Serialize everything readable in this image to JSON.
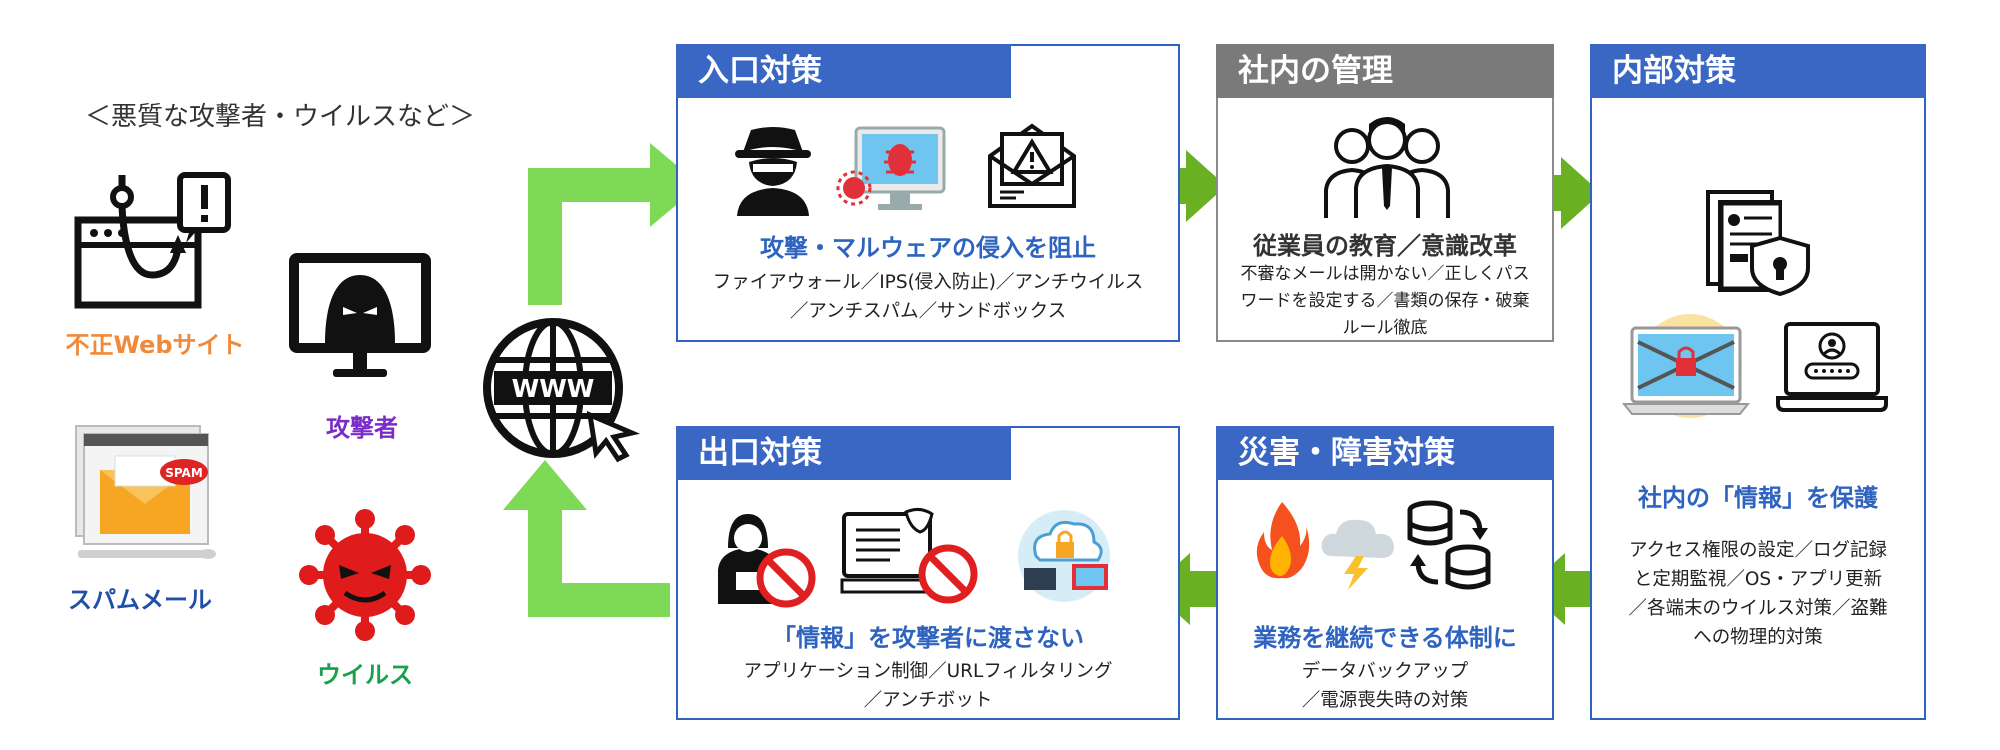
{
  "threats": {
    "header": "＜悪質な攻撃者・ウイルスなど＞",
    "items": [
      {
        "label": "不正Webサイト",
        "color": "#f08a3a",
        "icon": "phishing-site-icon"
      },
      {
        "label": "攻撃者",
        "color": "#7a2cc9",
        "icon": "hacker-monitor-icon"
      },
      {
        "label": "スパムメール",
        "color": "#1f4fa8",
        "icon": "spam-mail-icon"
      },
      {
        "label": "ウイルス",
        "color": "#1aa04a",
        "icon": "virus-icon"
      }
    ],
    "globe_text": "WWW"
  },
  "boxes": {
    "entrance": {
      "title": "入口対策",
      "subtitle": "攻撃・マルウェアの侵入を阻止",
      "desc": [
        "ファイアウォール／IPS(侵入防止)／アンチウイルス",
        "／アンチスパム／サンドボックス"
      ],
      "icons": [
        "spy-icon",
        "infected-computer-icon",
        "warning-mail-icon"
      ]
    },
    "management": {
      "title": "社内の管理",
      "subtitle": "従業員の教育／意識改革",
      "desc": [
        "不審なメールは開かない／正しくパス",
        "ワードを設定する／書類の保存・破棄",
        "ルール徹底"
      ],
      "icons": [
        "employees-icon"
      ]
    },
    "internal": {
      "title": "内部対策",
      "subtitle": "社内の「情報」を保護",
      "desc": [
        "アクセス権限の設定／ログ記録",
        "と定期監視／OS・アプリ更新",
        "／各端末のウイルス対策／盗難",
        "への物理的対策"
      ],
      "icons": [
        "secure-document-icon",
        "locked-laptop-icon",
        "login-laptop-icon"
      ]
    },
    "exit": {
      "title": "出口対策",
      "subtitle": "「情報」を攻撃者に渡さない",
      "desc": [
        "アプリケーション制御／URLフィルタリング",
        "／アンチボット"
      ],
      "icons": [
        "blocked-hacker-icon",
        "blocked-computer-icon",
        "cloud-lock-icon"
      ]
    },
    "disaster": {
      "title": "災害・障害対策",
      "subtitle": "業務を継続できる体制に",
      "desc": [
        "データバックアップ",
        "／電源喪失時の対策"
      ],
      "icons": [
        "fire-icon",
        "storm-cloud-icon",
        "database-sync-icon"
      ]
    }
  },
  "colors": {
    "box_blue": "#3a67c4",
    "box_gray": "#7a7a7a",
    "arrow_light": "#7ed957",
    "arrow_dark": "#6ab023"
  }
}
